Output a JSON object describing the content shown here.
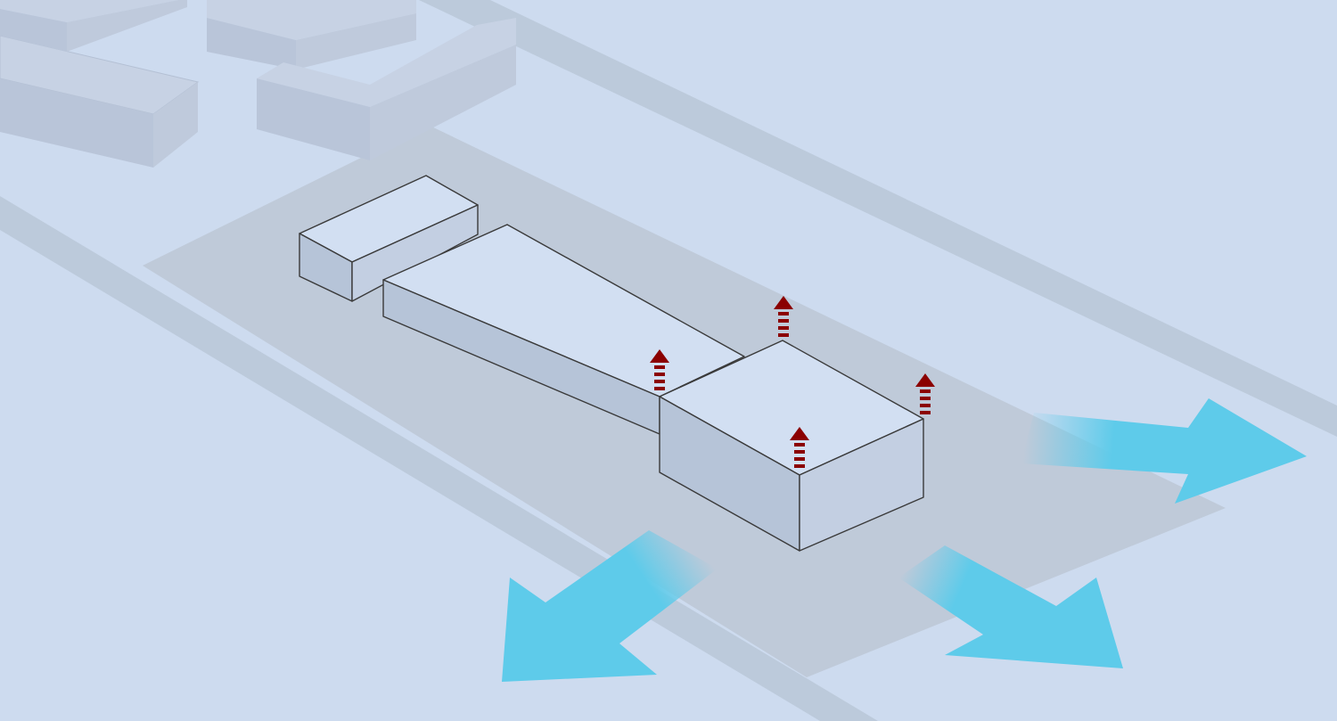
{
  "diagram": {
    "kind": "isometric-site-massing",
    "colors": {
      "background": "#cddbef",
      "road": "#bccadb",
      "site_plot": "#bfcad9",
      "context_top": "#c7d2e4",
      "context_side": "#b9c5d9",
      "building_top": "#d2dff2",
      "building_side": "#b6c4d8",
      "building_outline": "#3a3a3a",
      "flow_arrow": "#5ecbea",
      "vent_arrow": "#8b0000"
    },
    "context_buildings": 4,
    "building_volumes": [
      "annex",
      "main-bar",
      "raised-block"
    ],
    "flow_arrows": [
      "east",
      "southwest",
      "southeast"
    ],
    "vent_arrows": 4
  }
}
